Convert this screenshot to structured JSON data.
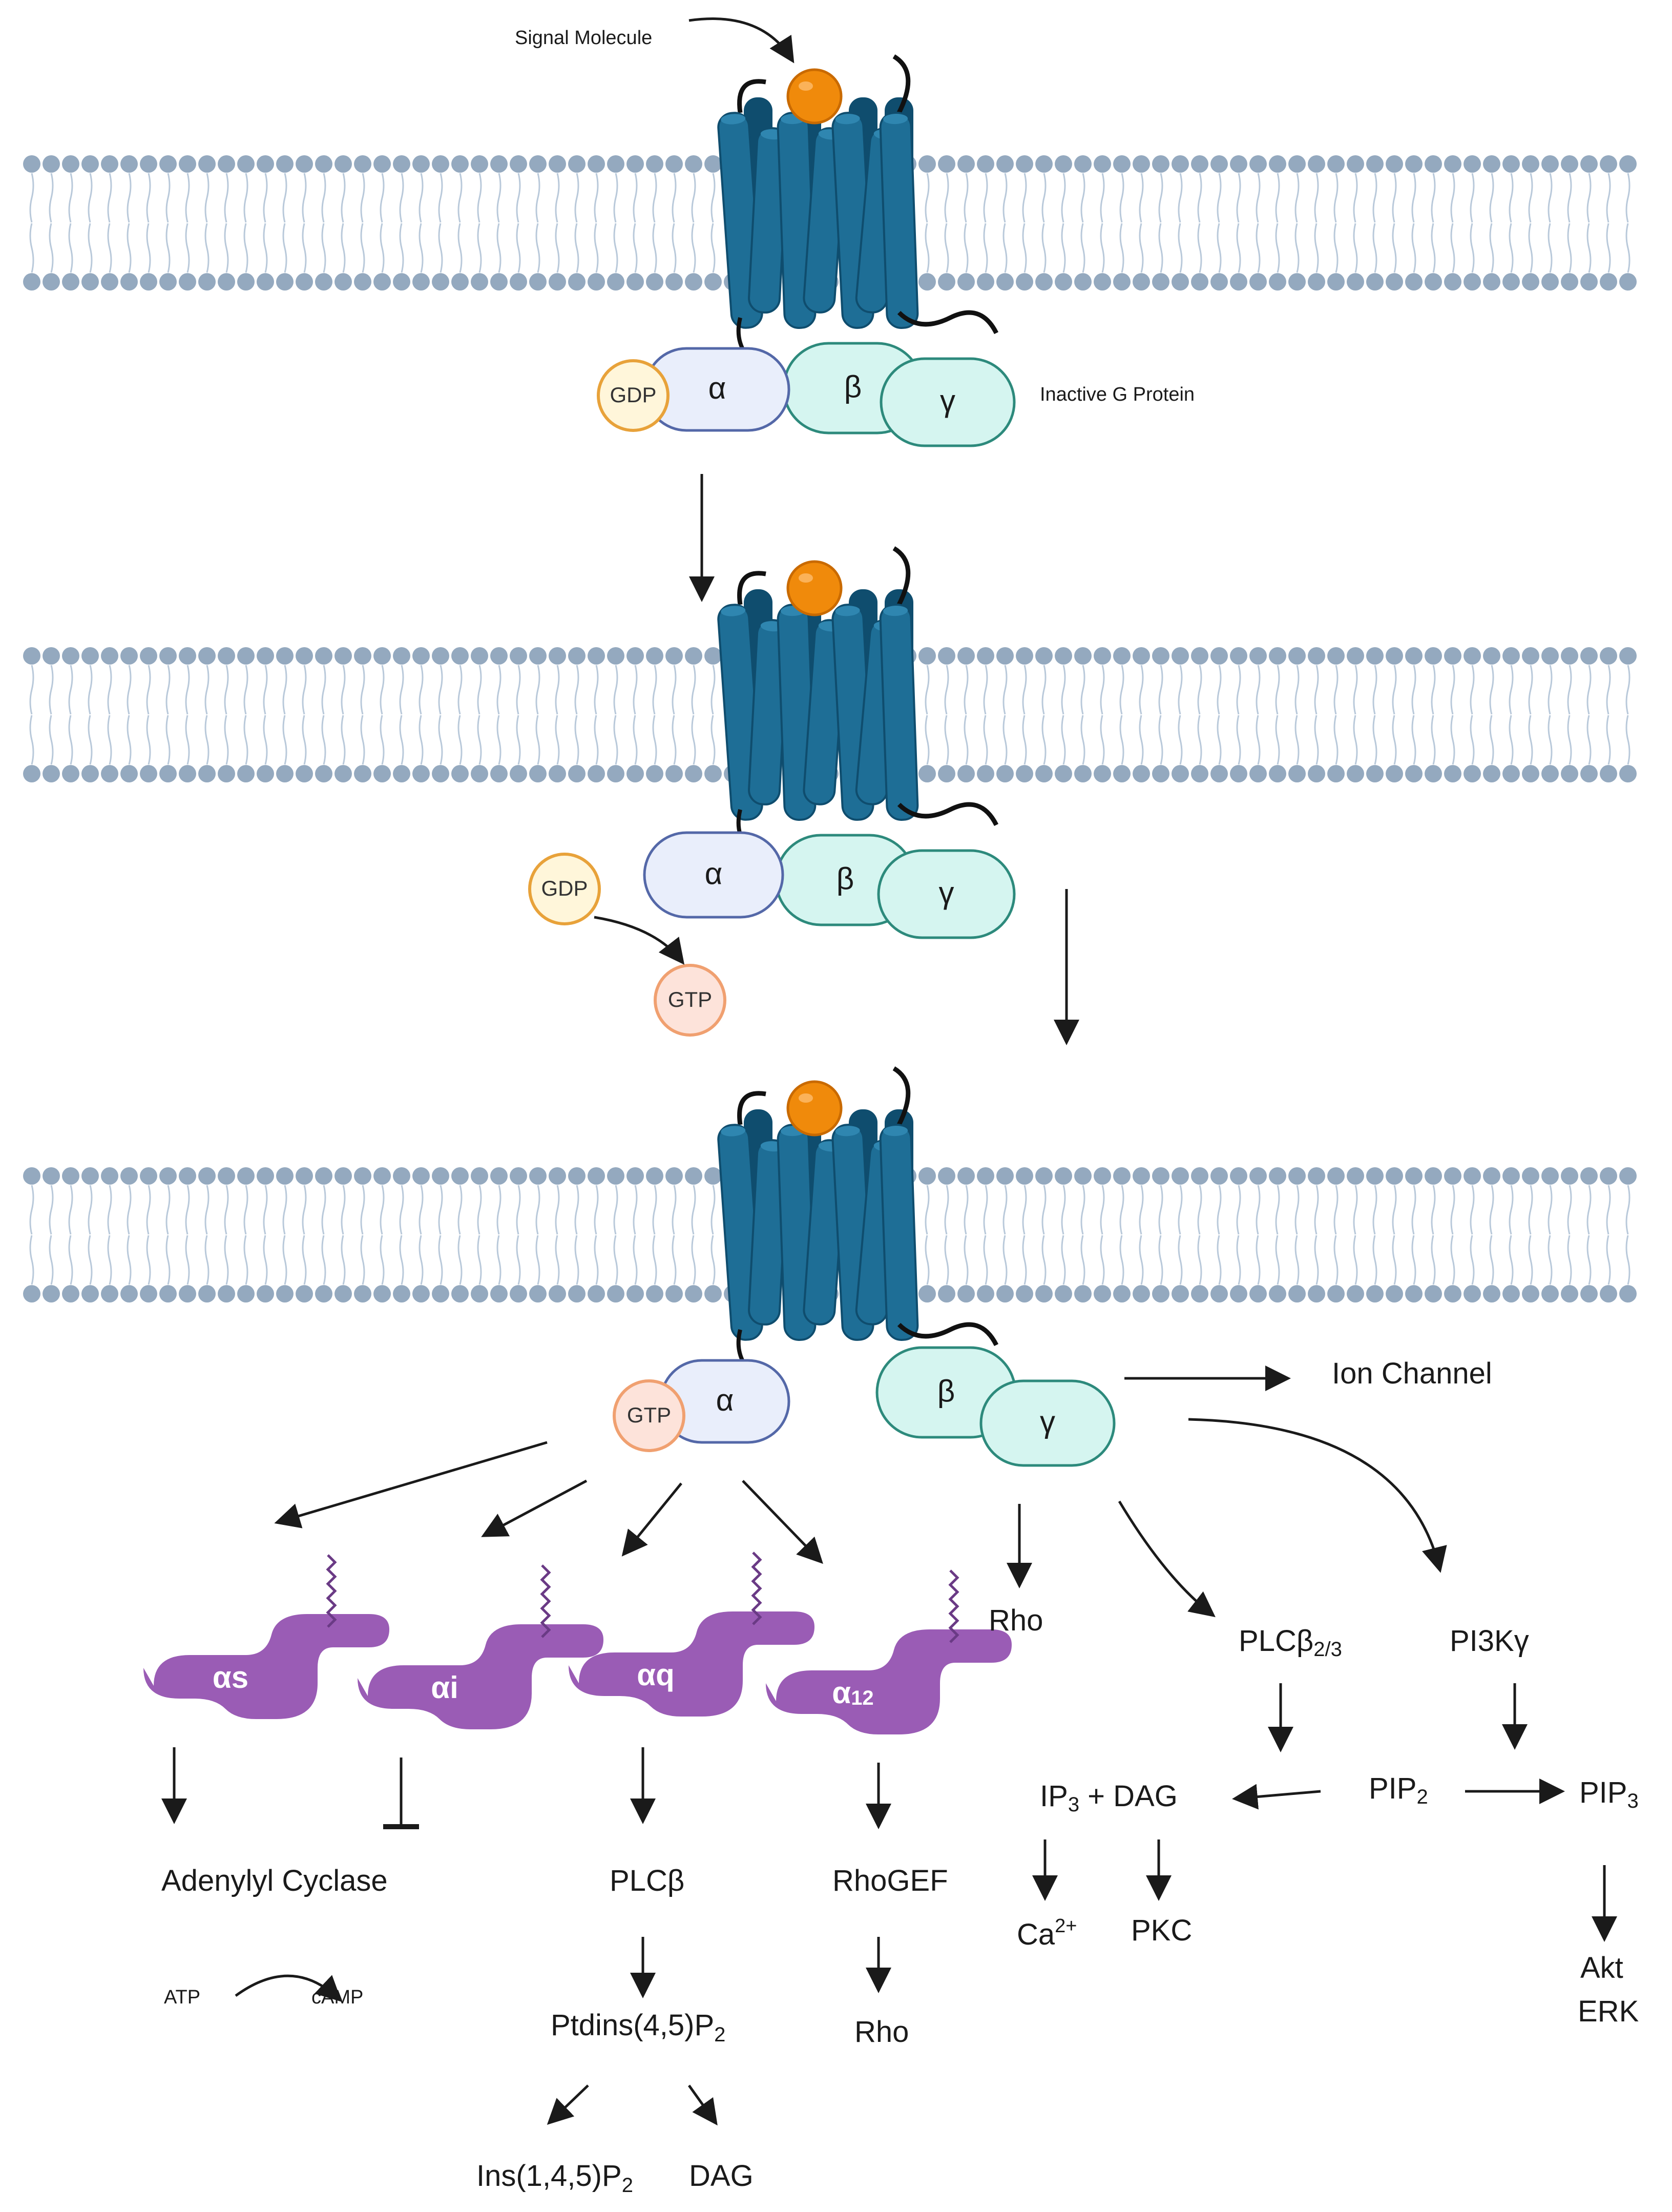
{
  "labels": {
    "signal_molecule": "Signal Molecule",
    "inactive_g_protein": "Inactive G Protein",
    "ion_channel": "Ion Channel"
  },
  "subunits": {
    "alpha": "α",
    "beta": "β",
    "gamma": "γ"
  },
  "nucleotides": {
    "gdp": "GDP",
    "gtp": "GTP"
  },
  "g_alpha_types": [
    {
      "prefix": "α",
      "suffix": "s"
    },
    {
      "prefix": "α",
      "suffix": "i"
    },
    {
      "prefix": "α",
      "suffix": "q"
    },
    {
      "prefix": "α",
      "suffix": "12"
    }
  ],
  "alpha_pathways": {
    "adenylyl_cyclase": "Adenylyl Cyclase",
    "atp": "ATP",
    "camp": "cAMP",
    "plcb": "PLCβ",
    "ptdins_main": "Ptdins(4,5)P",
    "ptdins_sub": "2",
    "ins_main": "Ins(1,4,5)P",
    "ins_sub": "2",
    "dag": "DAG",
    "rhogef": "RhoGEF",
    "rho": "Rho"
  },
  "betagamma_pathways": {
    "rho": "Rho",
    "plcb23_main": "PLCβ",
    "plcb23_sub": "2/3",
    "pi3k": "PI3Kγ",
    "ip3_main": "IP",
    "ip3_sub": "3",
    "ip3_rest": " + DAG",
    "pip2_main": "PIP",
    "pip2_sub": "2",
    "pip3_main": "PIP",
    "pip3_sub": "3",
    "ca_main": "Ca",
    "ca_sup": "2+",
    "pkc": "PKC",
    "akt": "Akt",
    "erk": "ERK"
  },
  "colors": {
    "membrane_head": "#94a9bf",
    "receptor": "#1e6e96",
    "receptor_dark": "#0f4d6e",
    "ligand": "#f08a0b",
    "alpha_fill": "#e9eefb",
    "alpha_stroke": "#5468a8",
    "betagamma_fill": "#d5f5f0",
    "betagamma_stroke": "#2d8a7c",
    "gdp_fill": "#fff6da",
    "gdp_stroke": "#e8a23a",
    "gtp_fill": "#fde3da",
    "gtp_stroke": "#f0a070",
    "effector": "#9a5cb5"
  }
}
